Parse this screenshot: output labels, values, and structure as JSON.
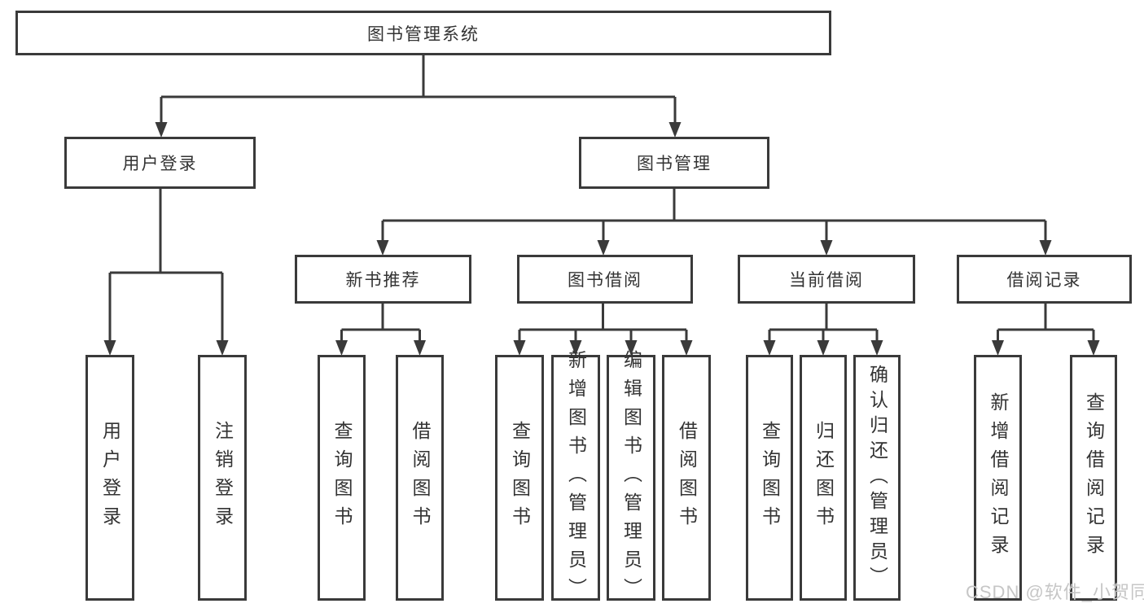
{
  "diagram": {
    "type": "hierarchy-tree",
    "root": {
      "label": "图书管理系统",
      "children": [
        {
          "label": "用户登录",
          "children": [
            {
              "label": "用户登录"
            },
            {
              "label": "注销登录"
            }
          ]
        },
        {
          "label": "图书管理",
          "children": [
            {
              "label": "新书推荐",
              "children": [
                {
                  "label": "查询图书"
                },
                {
                  "label": "借阅图书"
                }
              ]
            },
            {
              "label": "图书借阅",
              "children": [
                {
                  "label": "查询图书"
                },
                {
                  "label": "新增图书（管理员）"
                },
                {
                  "label": "编辑图书（管理员）"
                },
                {
                  "label": "借阅图书"
                }
              ]
            },
            {
              "label": "当前借阅",
              "children": [
                {
                  "label": "查询图书"
                },
                {
                  "label": "归还图书"
                },
                {
                  "label": "确认归还（管理员）"
                }
              ]
            },
            {
              "label": "借阅记录",
              "children": [
                {
                  "label": "新增借阅记录"
                },
                {
                  "label": "查询借阅记录"
                }
              ]
            }
          ]
        }
      ]
    }
  },
  "watermark": {
    "text": "CSDN @软件_小贺同学"
  },
  "colors": {
    "line": "#3a3a3a",
    "text": "#333333",
    "watermark": "#c6c6c6",
    "background": "#ffffff"
  }
}
